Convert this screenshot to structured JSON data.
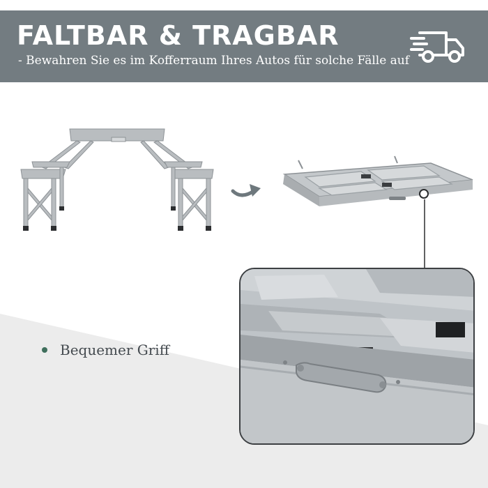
{
  "banner": {
    "title": "FALTBAR & TRAGBAR",
    "subtitle": "-  Bewahren Sie es im Kofferraum Ihres Autos für solche Fälle auf",
    "icon": "delivery-truck-icon",
    "background_color": "#737c81"
  },
  "feature": {
    "label": "Bequemer Griff",
    "bullet_color": "#3f6f5c"
  },
  "images": {
    "unfolded": "picnic-table-with-benches-unfolded",
    "arrow": "curved-arrow-icon",
    "folded": "picnic-table-folded-case",
    "detail": "carry-handle-closeup"
  }
}
